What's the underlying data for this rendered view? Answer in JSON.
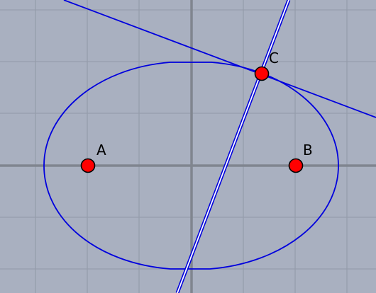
{
  "colors": {
    "background": "#a9b0c0",
    "grid": "#969dac",
    "axis": "#80858f",
    "curve": "#0000dd",
    "point_fill": "#ff0000",
    "point_stroke": "#000000"
  },
  "grid": {
    "visible": true
  },
  "points": [
    {
      "id": "A",
      "label": "A"
    },
    {
      "id": "B",
      "label": "B"
    },
    {
      "id": "C",
      "label": "C"
    }
  ]
}
